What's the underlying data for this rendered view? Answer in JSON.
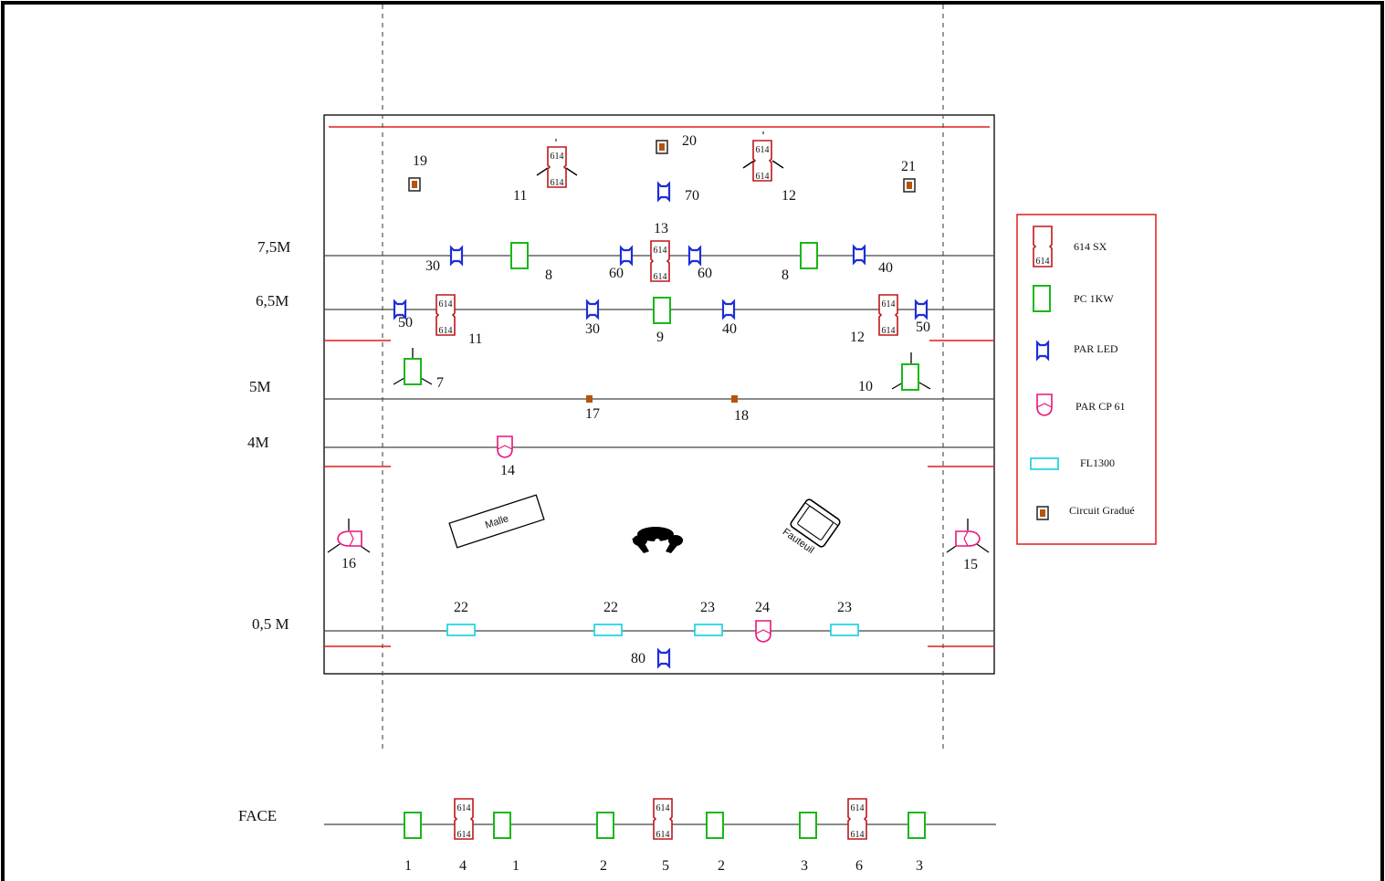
{
  "bars": [
    {
      "label": "7,5M"
    },
    {
      "label": "6,5M"
    },
    {
      "label": "5M"
    },
    {
      "label": "4M"
    },
    {
      "label": "0,5 M"
    },
    {
      "label": "FACE"
    }
  ],
  "fixtures": {
    "f11a": "11",
    "f12a": "12",
    "f20": "20",
    "f70": "70",
    "f19": "19",
    "f21": "21",
    "f13": "13",
    "f30a": "30",
    "f8a": "8",
    "f60a": "60",
    "f60b": "60",
    "f8b": "8",
    "f40a": "40",
    "f50a": "50",
    "f11b": "11",
    "f30b": "30",
    "f9": "9",
    "f40b": "40",
    "f12b": "12",
    "f50b": "50",
    "f7": "7",
    "f10": "10",
    "f17": "17",
    "f18": "18",
    "f14": "14",
    "f16": "16",
    "f15": "15",
    "f22a": "22",
    "f22b": "22",
    "f23a": "23",
    "f24": "24",
    "f23b": "23",
    "f80": "80",
    "face1a": "1",
    "face4": "4",
    "face1b": "1",
    "face2a": "2",
    "face5": "5",
    "face2b": "2",
    "face3a": "3",
    "face6": "6",
    "face3b": "3"
  },
  "props": {
    "malle": "Malle",
    "fauteuil": "Fauteuil"
  },
  "legend": {
    "items": [
      {
        "label": "614 SX",
        "icon": "614-sx-icon",
        "glyph": "614"
      },
      {
        "label": "PC 1KW",
        "icon": "pc-1kw-icon"
      },
      {
        "label": "PAR LED",
        "icon": "par-led-icon"
      },
      {
        "label": "PAR CP 61",
        "icon": "par-cp61-icon"
      },
      {
        "label": "FL1300",
        "icon": "fl1300-icon"
      },
      {
        "label": "Circuit Gradué",
        "icon": "circuit-gradue-icon"
      }
    ],
    "colors": {
      "614-sx": "#c0161b",
      "pc-1kw": "#18b818",
      "par-led": "#1d2ed6",
      "par-cp61": "#e8157a",
      "fl1300": "#27d6e0",
      "circuit-gradue": "#b5540f"
    }
  },
  "glyphs": {
    "sx": "614"
  }
}
